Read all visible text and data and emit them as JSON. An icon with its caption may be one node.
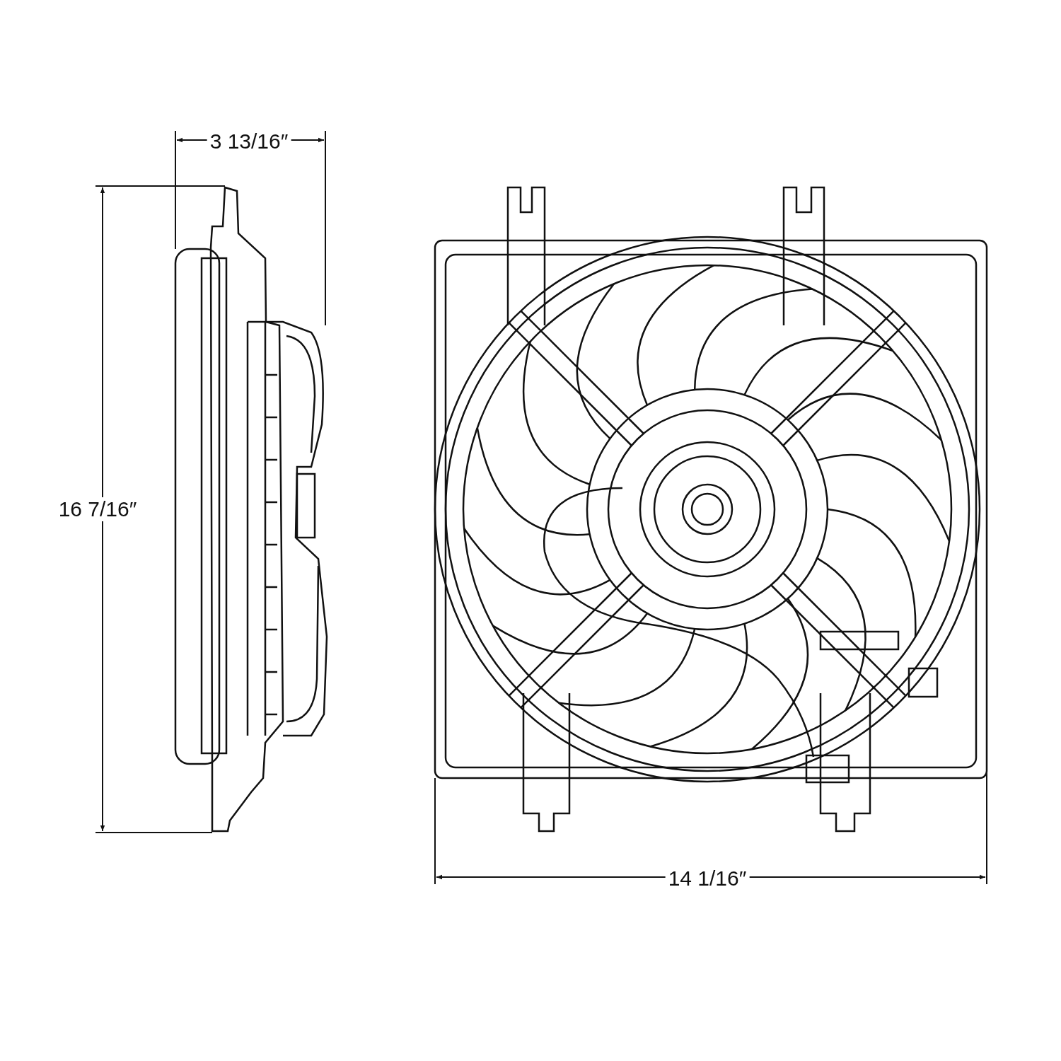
{
  "diagram": {
    "labels": [
      "3 13/16″",
      "16 7/16″",
      "14 1/16″"
    ]
  }
}
